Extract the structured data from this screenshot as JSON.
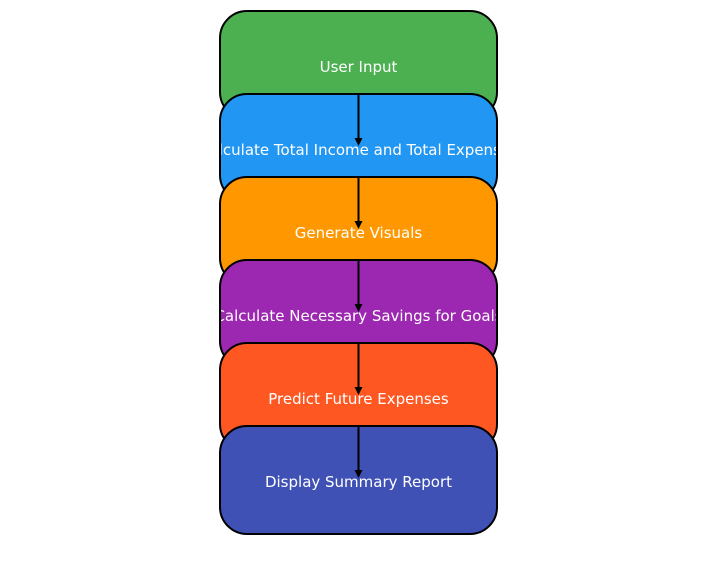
{
  "steps": [
    {
      "label": "User Input",
      "color": "#4CAF50"
    },
    {
      "label": "Calculate Total Income and Total Expenses",
      "color": "#2196F3"
    },
    {
      "label": "Generate Visuals",
      "color": "#FF9800"
    },
    {
      "label": "Calculate Necessary Savings for Goals",
      "color": "#9C27B0"
    },
    {
      "label": "Predict Future Expenses",
      "color": "#FF5722"
    },
    {
      "label": "Display Summary Report",
      "color": "#3F51B5"
    }
  ]
}
